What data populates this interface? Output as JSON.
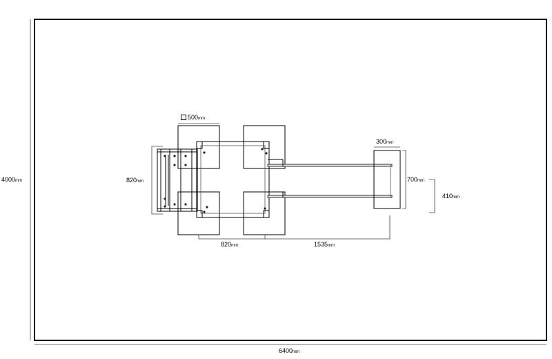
{
  "dimensions": {
    "total_width": "6400",
    "total_height": "4000",
    "pad_size": "500",
    "frame_width": "820",
    "frame_length": "820",
    "rail_length": "1535",
    "end_pad_width": "300",
    "end_pad_length": "700",
    "rail_spacing": "410",
    "unit": "mm"
  }
}
